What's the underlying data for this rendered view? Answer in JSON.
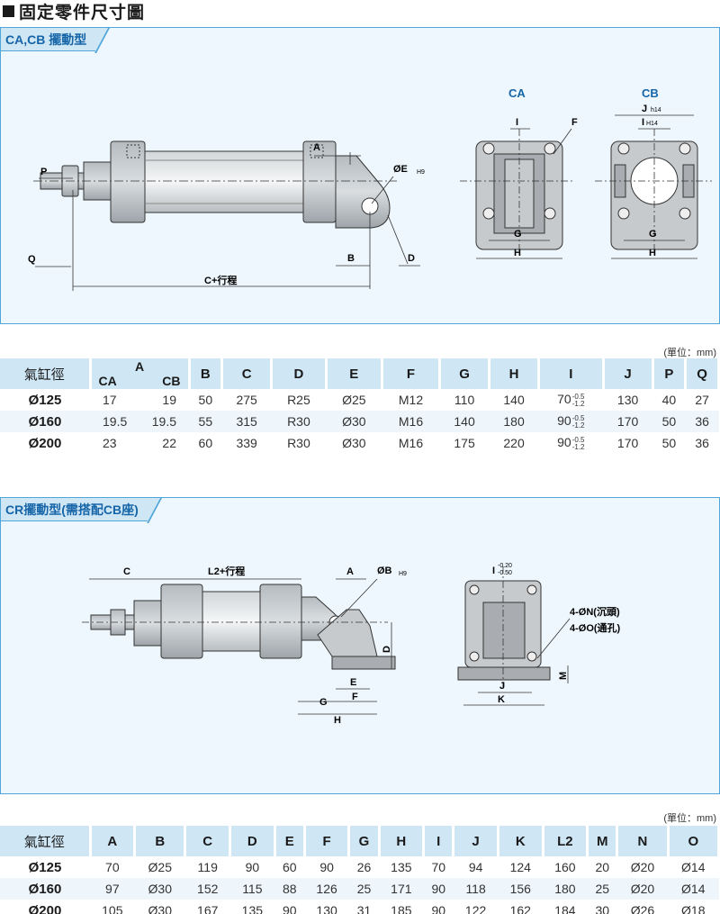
{
  "page_title": "固定零件尺寸圖",
  "section1": {
    "tab": "CA,CB 擺動型",
    "drawing_labels": {
      "A": "A",
      "P": "P",
      "Q": "Q",
      "E": "ØE",
      "E_tol": "H9",
      "B": "B",
      "D": "D",
      "C": "C+行程",
      "ca_title": "CA",
      "cb_title": "CB",
      "I": "I",
      "F": "F",
      "G": "G",
      "H": "H",
      "J": "J",
      "J_tol": "h14",
      "I_cb": "I",
      "I_tol": "H14"
    },
    "unit": "(單位：mm)",
    "table": {
      "headers": [
        "氣缸徑",
        "A",
        "B",
        "C",
        "D",
        "E",
        "F",
        "G",
        "H",
        "I",
        "J",
        "P",
        "Q"
      ],
      "a_sub": [
        "CA",
        "CB"
      ],
      "rows": [
        {
          "bore": "Ø125",
          "ca": "17",
          "cb": "19",
          "b": "50",
          "c": "275",
          "d": "R25",
          "e": "Ø25",
          "f": "M12",
          "g": "110",
          "h": "140",
          "i": "70",
          "i_up": "-0.5",
          "i_lo": "-1.2",
          "j": "130",
          "p": "40",
          "q": "27"
        },
        {
          "bore": "Ø160",
          "ca": "19.5",
          "cb": "19.5",
          "b": "55",
          "c": "315",
          "d": "R30",
          "e": "Ø30",
          "f": "M16",
          "g": "140",
          "h": "180",
          "i": "90",
          "i_up": "-0.5",
          "i_lo": "-1.2",
          "j": "170",
          "p": "50",
          "q": "36"
        },
        {
          "bore": "Ø200",
          "ca": "23",
          "cb": "22",
          "b": "60",
          "c": "339",
          "d": "R30",
          "e": "Ø30",
          "f": "M16",
          "g": "175",
          "h": "220",
          "i": "90",
          "i_up": "-0.5",
          "i_lo": "-1.2",
          "j": "170",
          "p": "50",
          "q": "36"
        }
      ]
    }
  },
  "section2": {
    "tab": "CR擺動型(需搭配CB座)",
    "drawing_labels": {
      "C": "C",
      "L2": "L2+行程",
      "A": "A",
      "B": "ØB",
      "B_tol": "H9",
      "D": "D",
      "E": "E",
      "F": "F",
      "G": "G",
      "H": "H",
      "I": "I",
      "I_up": "-0.20",
      "I_lo": "-0.50",
      "N": "4-ØN(沉頭)",
      "O": "4-ØO(通孔)",
      "J": "J",
      "K": "K",
      "M": "M"
    },
    "unit": "(單位：mm)",
    "table": {
      "headers": [
        "氣缸徑",
        "A",
        "B",
        "C",
        "D",
        "E",
        "F",
        "G",
        "H",
        "I",
        "J",
        "K",
        "L2",
        "M",
        "N",
        "O"
      ],
      "rows": [
        {
          "bore": "Ø125",
          "a": "70",
          "b": "Ø25",
          "c": "119",
          "d": "90",
          "e": "60",
          "f": "90",
          "g": "26",
          "h": "135",
          "i": "70",
          "j": "94",
          "k": "124",
          "l2": "160",
          "m": "20",
          "n": "Ø20",
          "o": "Ø14"
        },
        {
          "bore": "Ø160",
          "a": "97",
          "b": "Ø30",
          "c": "152",
          "d": "115",
          "e": "88",
          "f": "126",
          "g": "25",
          "h": "171",
          "i": "90",
          "j": "118",
          "k": "156",
          "l2": "180",
          "m": "25",
          "n": "Ø20",
          "o": "Ø14"
        },
        {
          "bore": "Ø200",
          "a": "105",
          "b": "Ø30",
          "c": "167",
          "d": "135",
          "e": "90",
          "f": "130",
          "g": "31",
          "h": "185",
          "i": "90",
          "j": "122",
          "k": "162",
          "l2": "184",
          "m": "30",
          "n": "Ø26",
          "o": "Ø18"
        }
      ]
    }
  }
}
